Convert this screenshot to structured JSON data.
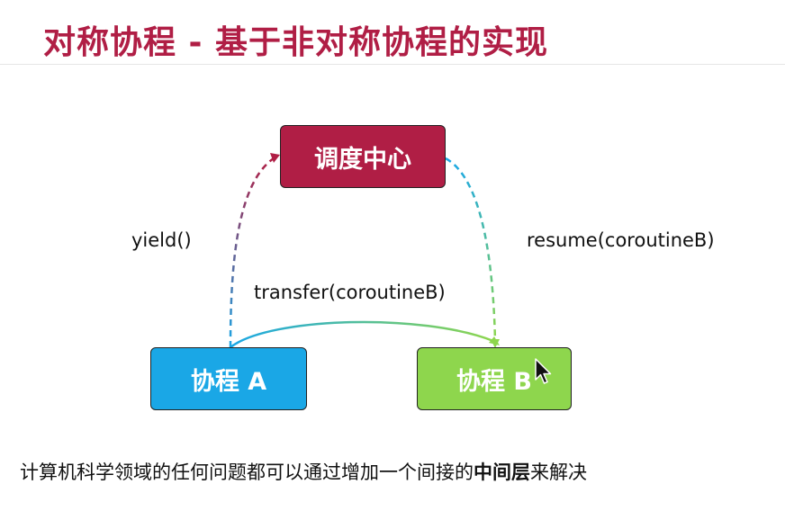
{
  "title": "对称协程 - 基于非对称协程的实现",
  "nodes": {
    "center": "调度中心",
    "a": "协程 A",
    "b": "协程 B"
  },
  "edges": {
    "yield_label": "yield()",
    "resume_label": "resume(coroutineB)",
    "transfer_label": "transfer(coroutineB)"
  },
  "caption": {
    "prefix": "计算机科学领域的任何问题都可以通过增加一个间接的",
    "emphasis": "中间层",
    "suffix": "来解决"
  },
  "colors": {
    "title": "#b01e45",
    "center_node": "#b01e45",
    "node_a": "#1aa7e6",
    "node_b": "#8ed64d",
    "yield_gradient": [
      "#1aa7e6",
      "#b01e45"
    ],
    "resume_gradient": [
      "#1aa7e6",
      "#8ed64d"
    ],
    "transfer_gradient": [
      "#1aa7e6",
      "#8ed64d"
    ]
  },
  "icons": {
    "cursor": "mouse-pointer-icon"
  }
}
